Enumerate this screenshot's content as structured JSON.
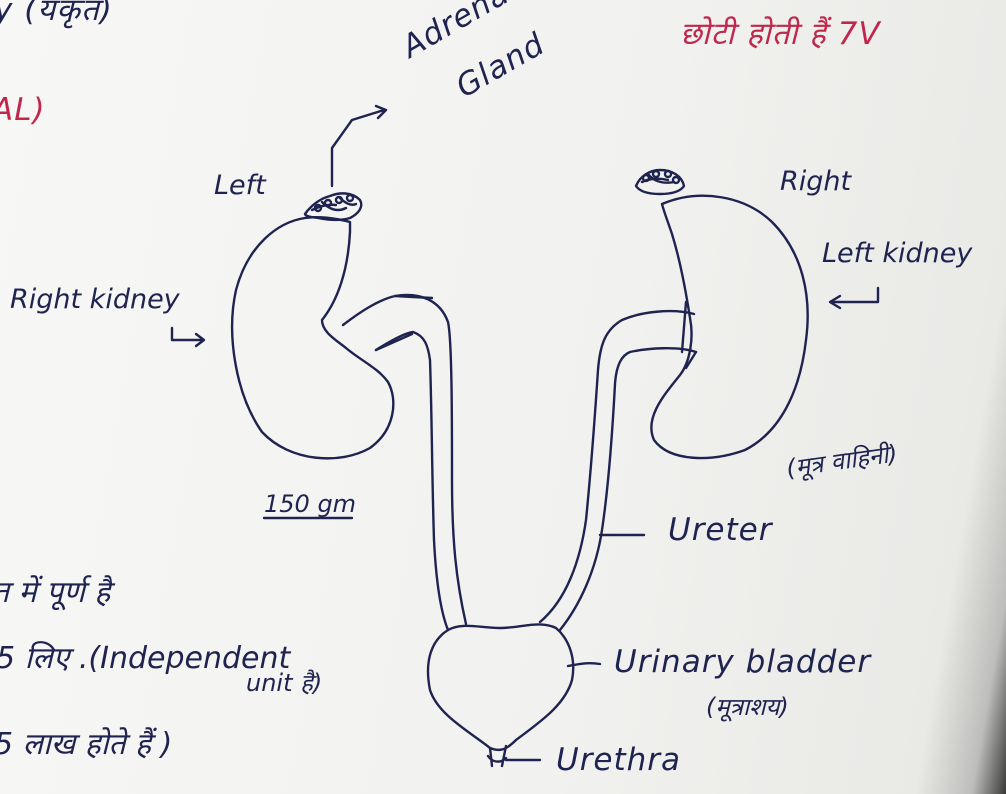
{
  "top_left_fragment": "y (यकृत)",
  "left_red_fragment": "AL)",
  "top_right_red": "छोटी होती हैं 7V",
  "labels": {
    "adrenal_line1": "Adrenal",
    "adrenal_line2": "Gland",
    "left": "Left",
    "right": "Right",
    "right_kidney": "Right kidney",
    "left_kidney": "Left kidney",
    "weight": "150 gm",
    "ureter": "Ureter",
    "ureter_hindi": "(मूत्र वाहिनी)",
    "bladder": "Urinary bladder",
    "bladder_hindi": "(मूत्राशय)",
    "urethra": "Urethra"
  },
  "notes": {
    "line1": "त में पूर्ण है",
    "line2a": "5 लिए .(Independent",
    "line2b": "unit है)",
    "line3": "5 लाख होते हैं )"
  },
  "colors": {
    "ink": "#1f2350",
    "red_ink": "#c0284b",
    "paper": "#f4f4f2"
  }
}
